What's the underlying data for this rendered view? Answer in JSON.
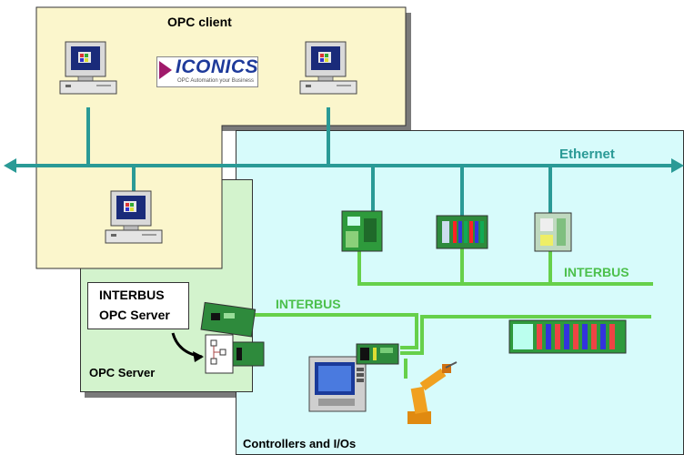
{
  "labels": {
    "opc_client": "OPC client",
    "ethernet": "Ethernet",
    "interbus_top": "INTERBUS",
    "interbus_mid": "INTERBUS",
    "server_box_line1": "INTERBUS",
    "server_box_line2": "OPC Server",
    "opc_server": "OPC Server",
    "controllers": "Controllers and I/Os"
  },
  "logo": {
    "name": "ICONICS",
    "tagline": "OPC Automation your Business"
  },
  "colors": {
    "client_panel": "#fbf6cc",
    "server_panel": "#d3f3cd",
    "controllers_panel": "#d7fbfb",
    "ethernet_line": "#2a9a96",
    "interbus_line": "#66d04a"
  }
}
